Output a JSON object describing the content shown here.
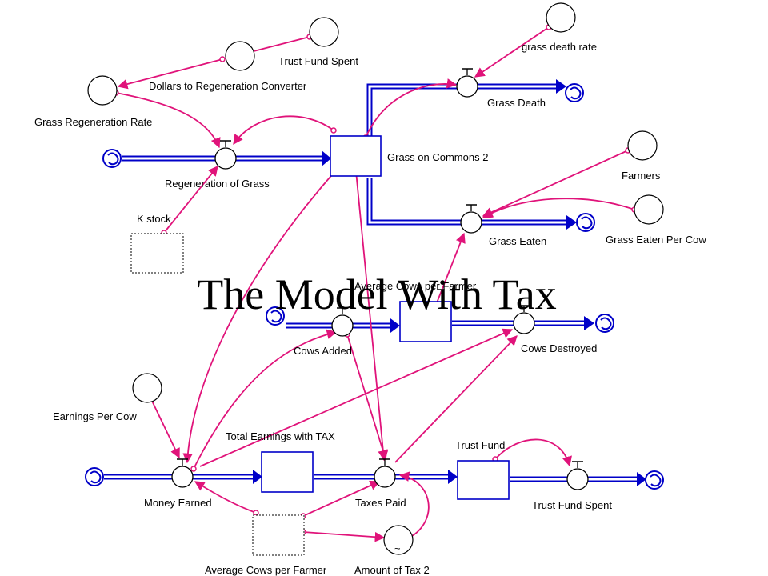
{
  "title": "The Model With Tax",
  "labels": {
    "trust_fund_spent_aux": "Trust Fund Spent",
    "dollars_to_regeneration": "Dollars to Regeneration Converter",
    "grass_regeneration_rate": "Grass Regeneration Rate",
    "regeneration_of_grass": "Regeneration of Grass",
    "k_stock": "K stock",
    "grass_on_commons": "Grass on Commons 2",
    "grass_death_rate": "grass death rate",
    "grass_death": "Grass Death",
    "farmers": "Farmers",
    "grass_eaten": "Grass Eaten",
    "grass_eaten_per_cow": "Grass Eaten Per Cow",
    "average_cows_per_farmer_top": "Average Cows per Farmer",
    "cows_added": "Cows Added",
    "cows_destroyed": "Cows Destroyed",
    "earnings_per_cow": "Earnings Per Cow",
    "total_earnings_with_tax": "Total Earnings with TAX",
    "trust_fund": "Trust Fund",
    "money_earned": "Money Earned",
    "taxes_paid": "Taxes Paid",
    "trust_fund_spent": "Trust Fund Spent",
    "average_cows_per_farmer": "Average Cows per Farmer",
    "amount_of_tax_2": "Amount of Tax 2",
    "amount_of_tax_symbol": "~"
  },
  "colors": {
    "flow": "#0000c8",
    "link": "#e0137a",
    "background": "#ffffff"
  }
}
